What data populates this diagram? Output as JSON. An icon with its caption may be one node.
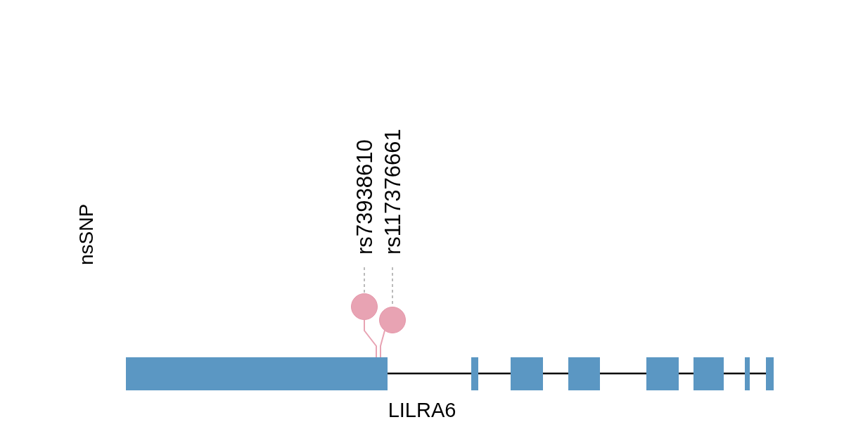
{
  "diagram": {
    "nodes": [
      {
        "text": [
          "rs73938610"
        ]
      },
      {
        "text": [
          "rs117376661"
        ]
      },
      {
        "text": [],
        "shape": "circle"
      },
      {
        "text": [],
        "shape": "circle"
      },
      {
        "text": [],
        "shape": "bar"
      }
    ],
    "edges": [
      {
        "from": 0,
        "to": 2,
        "arrow": "none",
        "style": "dashed",
        "color": "#bbbbbb"
      },
      {
        "from": 1,
        "to": 3,
        "arrow": "none",
        "style": "dashed",
        "color": "#bbbbbb"
      },
      {
        "from": 2,
        "to": 4,
        "arrow": "none"
      },
      {
        "from": 3,
        "to": 4,
        "arrow": "none"
      }
    ],
    "labels": [
      "nsSNP",
      "LILRA6"
    ]
  }
}
